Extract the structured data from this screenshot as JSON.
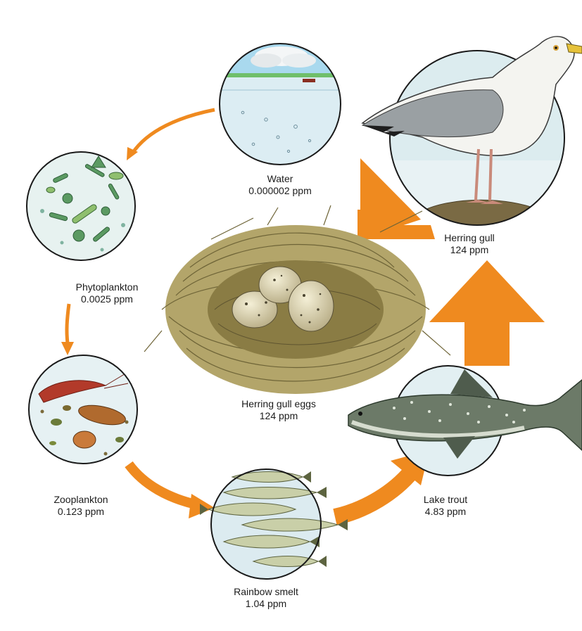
{
  "colors": {
    "arrow": "#ef8a1f",
    "arrow_dark": "#d9731a",
    "circle_stroke": "#1a1a1a",
    "water": "#dcedf3",
    "sky": "#9fd3ea"
  },
  "nodes": [
    {
      "id": "water",
      "name": "Water",
      "value": "0.000002 ppm",
      "icon": "water-scene-icon"
    },
    {
      "id": "phytoplankton",
      "name": "Phytoplankton",
      "value": "0.0025 ppm",
      "icon": "phytoplankton-icon"
    },
    {
      "id": "zooplankton",
      "name": "Zooplankton",
      "value": "0.123 ppm",
      "icon": "zooplankton-icon"
    },
    {
      "id": "rainbow_smelt",
      "name": "Rainbow smelt",
      "value": "1.04 ppm",
      "icon": "smelt-fish-icon"
    },
    {
      "id": "lake_trout",
      "name": "Lake trout",
      "value": "4.83 ppm",
      "icon": "trout-fish-icon"
    },
    {
      "id": "herring_gull",
      "name": "Herring gull",
      "value": "124 ppm",
      "icon": "gull-bird-icon"
    },
    {
      "id": "herring_gull_eggs",
      "name": "Herring gull eggs",
      "value": "124 ppm",
      "icon": "nest-eggs-icon"
    }
  ],
  "flow": [
    {
      "from": "water",
      "to": "phytoplankton"
    },
    {
      "from": "phytoplankton",
      "to": "zooplankton"
    },
    {
      "from": "zooplankton",
      "to": "rainbow_smelt"
    },
    {
      "from": "rainbow_smelt",
      "to": "lake_trout"
    },
    {
      "from": "lake_trout",
      "to": "herring_gull"
    },
    {
      "from": "herring_gull",
      "to": "herring_gull_eggs"
    }
  ]
}
